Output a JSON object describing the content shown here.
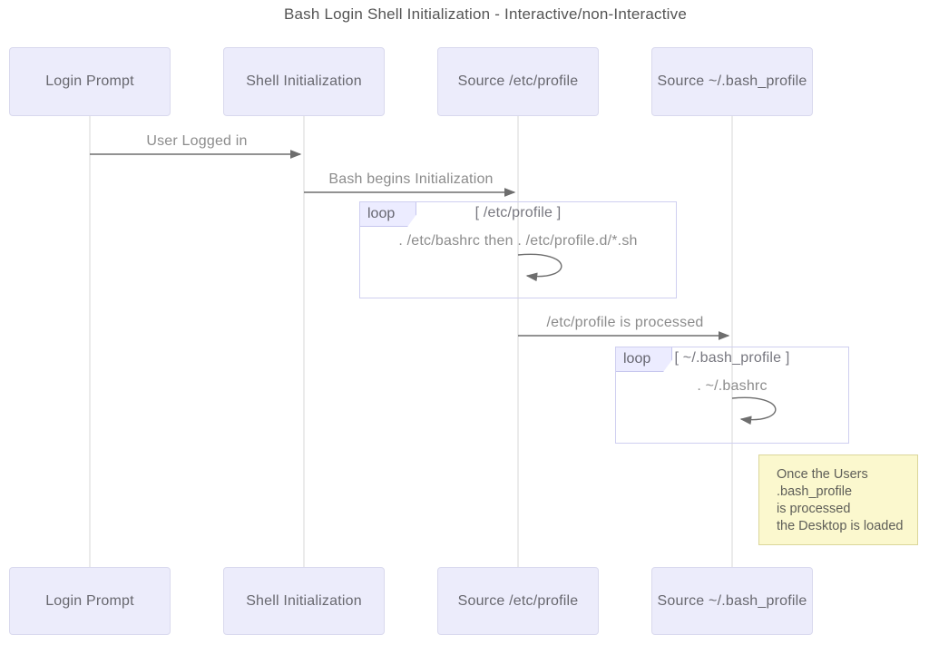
{
  "title": "Bash Login Shell Initialization - Interactive/non-Interactive",
  "actors": [
    {
      "label": "Login Prompt"
    },
    {
      "label": "Shell Initialization"
    },
    {
      "label": "Source /etc/profile"
    },
    {
      "label": "Source ~/.bash_profile"
    }
  ],
  "messages": [
    {
      "label": "User Logged in",
      "from": "Login Prompt",
      "to": "Shell Initialization"
    },
    {
      "label": "Bash begins Initialization",
      "from": "Shell Initialization",
      "to": "Source /etc/profile"
    },
    {
      "label": "/etc/profile is processed",
      "from": "Source /etc/profile",
      "to": "Source ~/.bash_profile"
    }
  ],
  "loops": [
    {
      "label": "loop",
      "guard": "[ /etc/profile ]",
      "message": ". /etc/bashrc then . /etc/profile.d/*.sh"
    },
    {
      "label": "loop",
      "guard": "[ ~/.bash_profile ]",
      "message": ". ~/.bashrc"
    }
  ],
  "note": {
    "lines": [
      "Once the Users",
      ".bash_profile",
      "is processed",
      "the Desktop is loaded"
    ]
  },
  "colors": {
    "actor_fill": "#ECECFB",
    "actor_border": "#D9D9EE",
    "loop_border": "#CFCFF0",
    "loop_label_fill": "#ECECFF",
    "note_fill": "#FBF8CE",
    "note_border": "#DBD69A",
    "arrow_line": "#6E6E6E",
    "lifeline": "#D7D7D7"
  }
}
